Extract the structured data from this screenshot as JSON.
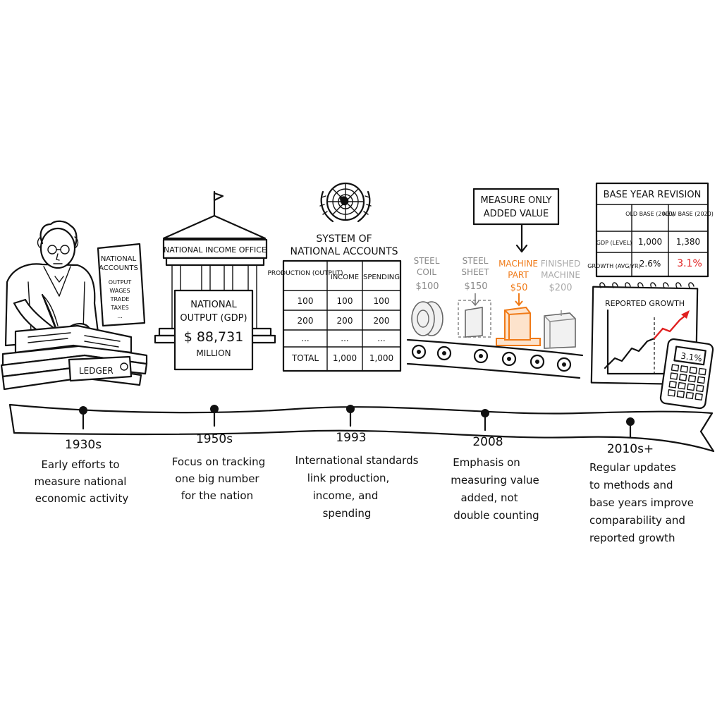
{
  "timeline": [
    {
      "year": "1930s",
      "desc": [
        "Early efforts to",
        "measure national",
        "economic activity"
      ]
    },
    {
      "year": "1950s",
      "desc": [
        "Focus on tracking",
        "one big number",
        "for the nation"
      ]
    },
    {
      "year": "1993",
      "desc": [
        "International standards",
        "link production,",
        "income, and",
        "spending"
      ]
    },
    {
      "year": "2008",
      "desc": [
        "Emphasis on",
        "measuring value",
        "added, not",
        "double counting"
      ]
    },
    {
      "year": "2010s+",
      "desc": [
        "Regular updates",
        "to methods and",
        "base years improve",
        "comparability and",
        "reported growth"
      ]
    }
  ],
  "scene1930": {
    "paper_title": [
      "NATIONAL",
      "ACCOUNTS"
    ],
    "paper_items": [
      "OUTPUT",
      "WAGES",
      "TRADE",
      "TAXES",
      "..."
    ],
    "ledger": "LEDGER"
  },
  "scene1950": {
    "office": "NATIONAL INCOME OFFICE",
    "board": [
      "NATIONAL",
      "OUTPUT (GDP)",
      "$ 88,731",
      "MILLION"
    ]
  },
  "scene1993": {
    "title": [
      "SYSTEM OF",
      "NATIONAL ACCOUNTS"
    ],
    "headers": [
      "PRODUCTION (OUTPUT)",
      "INCOME",
      "SPENDING"
    ],
    "rows": [
      [
        "100",
        "100",
        "100"
      ],
      [
        "200",
        "200",
        "200"
      ],
      [
        "...",
        "...",
        "..."
      ],
      [
        "TOTAL",
        "1,000",
        "1,000"
      ]
    ]
  },
  "scene2008": {
    "callout": [
      "MEASURE ONLY",
      "ADDED VALUE"
    ],
    "items": [
      {
        "name": [
          "STEEL",
          "COIL"
        ],
        "price": "$100"
      },
      {
        "name": [
          "STEEL",
          "SHEET"
        ],
        "price": "$150"
      },
      {
        "name": [
          "MACHINE",
          "PART"
        ],
        "price": "$50"
      },
      {
        "name": [
          "FINISHED",
          "MACHINE"
        ],
        "price": "$200"
      }
    ],
    "colors": {
      "highlight": "#f07a17"
    }
  },
  "scene2010": {
    "table_title": "BASE YEAR REVISION",
    "col_headers": [
      "OLD BASE (2000)",
      "NEW BASE (2020)"
    ],
    "rows": [
      {
        "label": "GDP (LEVEL)",
        "old": "1,000",
        "new": "1,380"
      },
      {
        "label": "GROWTH (AVG/YR)",
        "old": "2.6%",
        "new": "3.1%"
      }
    ],
    "chart_title": "REPORTED GROWTH",
    "calculator": "3.1%",
    "colors": {
      "highlight": "#e02020"
    }
  }
}
